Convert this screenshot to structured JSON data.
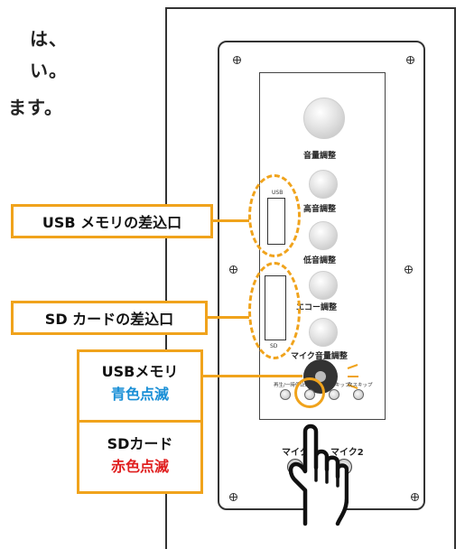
{
  "intro": {
    "line1": "は、",
    "line2": "い。",
    "line3": "ます。"
  },
  "panel": {
    "knobs": [
      {
        "label": "音量調整"
      },
      {
        "label": "高音調整"
      },
      {
        "label": "低音調整"
      },
      {
        "label": "エコー調整"
      },
      {
        "label": "マイク音量調整"
      }
    ],
    "usb_label": "USB",
    "sd_label": "SD",
    "buttons": [
      "再生/一時停止",
      "モード",
      "前スキップ",
      "次スキップ"
    ],
    "mic_labels": [
      "マイク1",
      "マイク2"
    ]
  },
  "callouts": {
    "usb_slot": "USB メモリの差込口",
    "sd_slot": "SD カードの差込口"
  },
  "led_legend": {
    "usb_title": "USBメモリ",
    "usb_status": "青色点滅",
    "sd_title": "SDカード",
    "sd_status": "赤色点滅"
  },
  "colors": {
    "accent_orange": "#f0a31c",
    "blue_status": "#1a8fd6",
    "red_status": "#e02020"
  },
  "icons": {
    "pointer": "hand-pointer-icon",
    "led_glow": "led-glow-icon"
  }
}
